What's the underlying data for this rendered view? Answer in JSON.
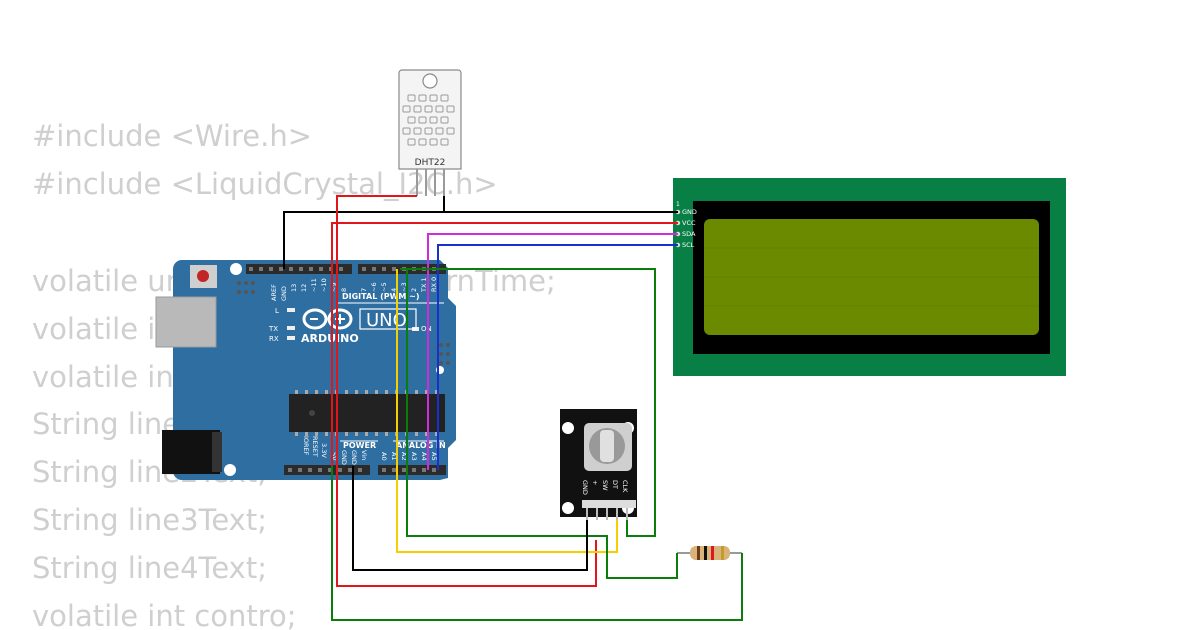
{
  "code": {
    "lines": [
      "#include <Wire.h>",
      "#include <LiquidCrystal_I2C.h>",
      "",
      "volatile unsigned long lastTurnTime;",
      "volatile int rotationFlag;",
      "volatile int currentStateCLK;",
      "String line1Text;",
      "String line2Text;",
      "String line3Text;",
      "String line4Text;",
      "volatile int contro;"
    ]
  },
  "dht": {
    "label": "DHT22"
  },
  "arduino": {
    "brand": "ARDUINO",
    "model": "UNO",
    "digital_label": "DIGITAL (PWM ~)",
    "power_label": "POWER",
    "analog_label": "ANALOG IN",
    "top_pins": [
      "AREF",
      "GND",
      "13",
      "12",
      "~11",
      "~10",
      "~9",
      "8",
      "7",
      "~6",
      "~5",
      "4",
      "~3",
      "2",
      "TX 1",
      "RX 0"
    ],
    "bottom_pins": [
      "IOREF",
      "RESET",
      "3.3V",
      "5V",
      "GND",
      "GND",
      "Vin",
      "A0",
      "A1",
      "A2",
      "A3",
      "A4",
      "A5"
    ],
    "led_labels": [
      "L",
      "TX",
      "RX",
      "ON"
    ]
  },
  "lcd": {
    "pin_number": "1",
    "pins": [
      "GND",
      "VCC",
      "SDA",
      "SCL"
    ]
  },
  "encoder": {
    "pins": [
      "GND",
      "+",
      "SW",
      "DT",
      "CLK"
    ]
  },
  "wire_colors": {
    "black": "#000000",
    "red": "#e0161b",
    "green": "#0a7d0a",
    "yellow": "#f5d000",
    "magenta": "#d22bd8",
    "blue": "#1a2fd0"
  },
  "colors": {
    "board": "#2f6ea1",
    "lcd_pcb": "#087f45",
    "lcd_screen": "#6c8a00",
    "encoder_body": "#111111",
    "code_text": "#cfcfcf"
  }
}
